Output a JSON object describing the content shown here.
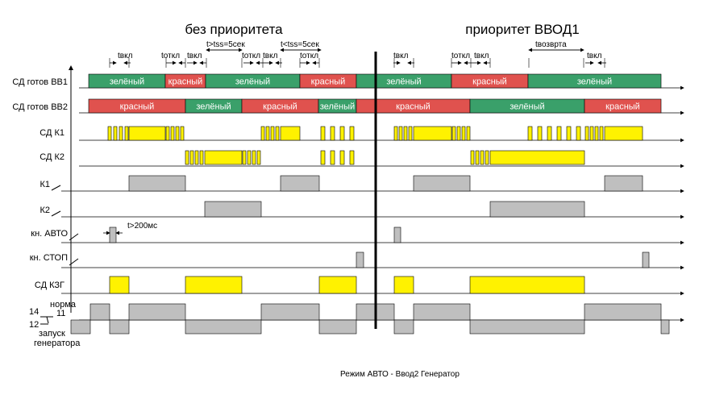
{
  "titles": {
    "left": "без приоритета",
    "right": "приоритет ВВОД1"
  },
  "caption": "Режим АВТО - Ввод2 Генератор",
  "colors": {
    "green": "#3aa06a",
    "red": "#e0524e",
    "yellow": "#fff200",
    "gray": "#bfbfbf",
    "line": "#000000"
  },
  "labels": {
    "sd_vv1": "СД готов ВВ1",
    "sd_vv2": "СД готов ВВ2",
    "sd_k1": "СД К1",
    "sd_k2": "СД К2",
    "k1": "К1",
    "k2": "К2",
    "btn_auto": "кн. АВТО",
    "btn_stop": "кн. СТОП",
    "sd_kzg": "СД КЗГ",
    "gen_norm": "норма",
    "gen_start_1": "запуск",
    "gen_start_2": "генератора",
    "pin14": "14",
    "pin11": "11",
    "pin12": "12"
  },
  "states": {
    "green": "зелёный",
    "red": "красный"
  },
  "annotations": {
    "t_on": "tвкл",
    "t_off": "tоткл",
    "t_gt_tss": "t>tss=5сек",
    "t_lt_tss": "t<tss=5сек",
    "t_return": "tвозврта",
    "t_gt_200": "t>200мс"
  }
}
